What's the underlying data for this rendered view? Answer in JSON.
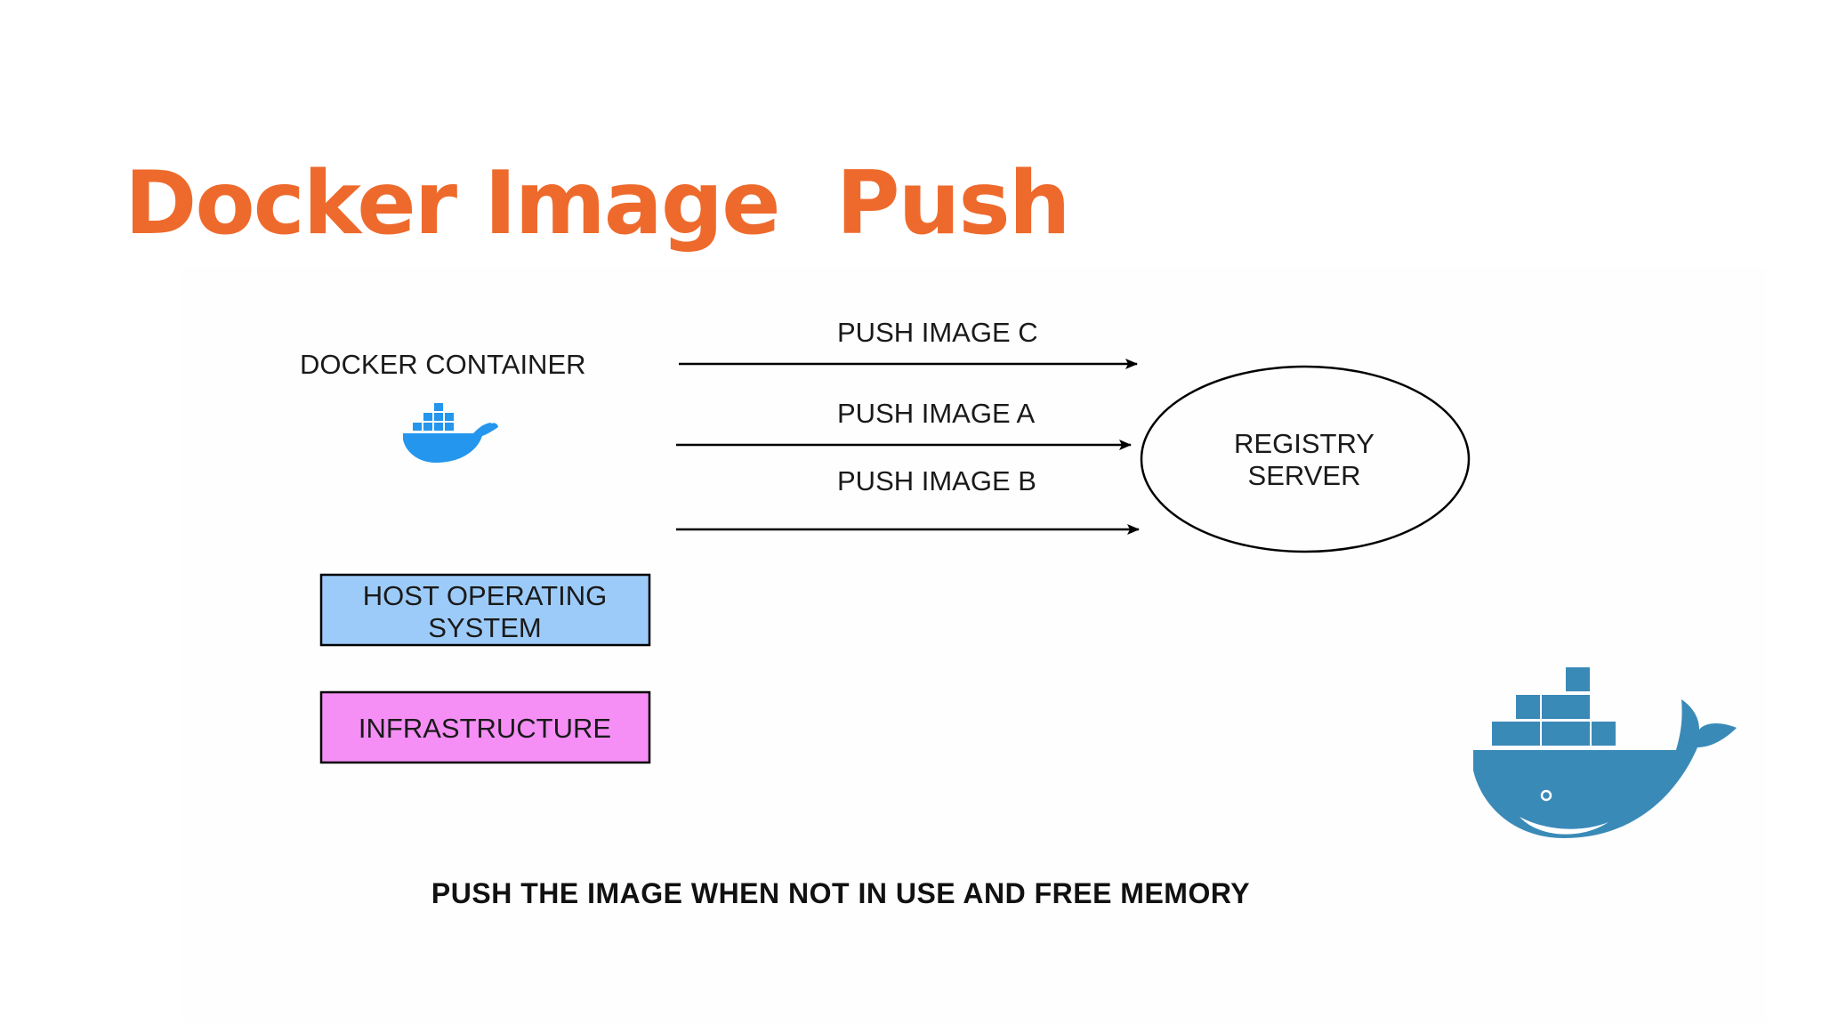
{
  "title": "Docker Image  Push",
  "colors": {
    "title": "#ee6a2c",
    "small_whale": "#2496ed",
    "big_whale": "#3a8ab8",
    "host_os_box": "#9dcbf9",
    "infrastructure_box": "#f58ff5"
  },
  "diagram": {
    "container_label": "DOCKER CONTAINER",
    "arrows": [
      {
        "label": "PUSH  IMAGE C"
      },
      {
        "label": "PUSH IMAGE A"
      },
      {
        "label": "PUSH IMAGE B"
      }
    ],
    "registry": {
      "line1": "REGISTRY",
      "line2": "SERVER"
    },
    "host_os": {
      "line1": "HOST OPERATING",
      "line2": "SYSTEM"
    },
    "infrastructure": "INFRASTRUCTURE",
    "caption": "PUSH THE IMAGE WHEN NOT IN USE AND FREE MEMORY"
  },
  "icons": {
    "small_whale": "docker-whale-icon",
    "big_whale": "docker-whale-logo"
  }
}
